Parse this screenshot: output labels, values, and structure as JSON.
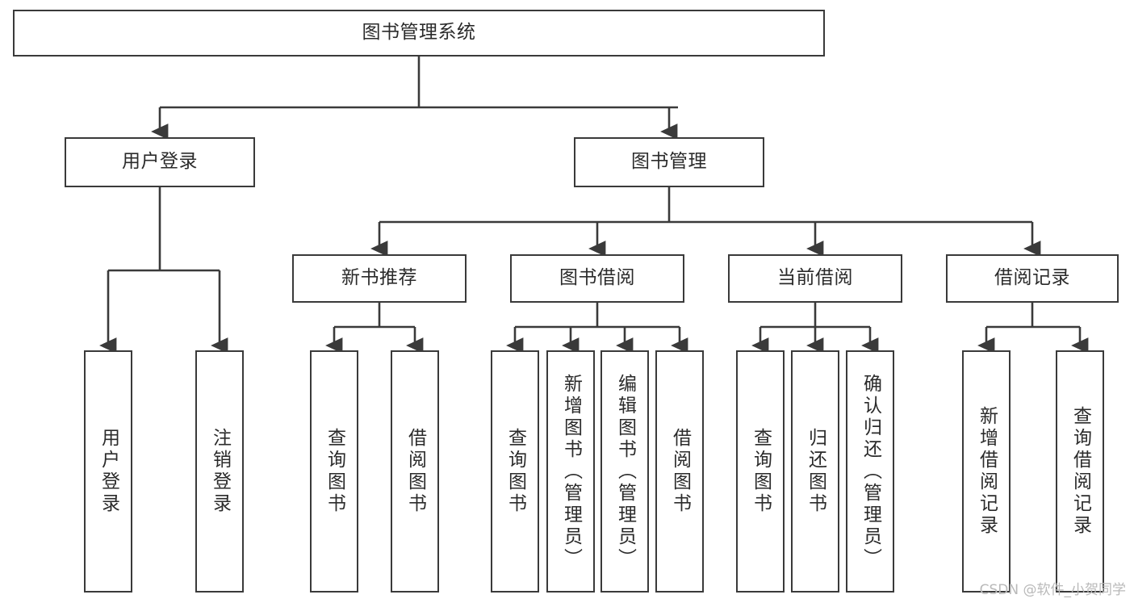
{
  "diagram": {
    "title": "图书管理系统",
    "type": "tree-hierarchy-chart",
    "watermark": "CSDN @软件_小贺同学",
    "colors": {
      "stroke": "#3a3a3a",
      "fill": "#ffffff",
      "text": "#2b2b2b",
      "watermark": "#b9b9b9"
    },
    "root": {
      "label": "图书管理系统"
    },
    "level2": [
      {
        "label": "用户登录"
      },
      {
        "label": "图书管理"
      }
    ],
    "level3": [
      {
        "label": "新书推荐"
      },
      {
        "label": "图书借阅"
      },
      {
        "label": "当前借阅"
      },
      {
        "label": "借阅记录"
      }
    ],
    "leaves": {
      "user_login": [
        {
          "label": "用户登录"
        },
        {
          "label": "注销登录"
        }
      ],
      "new_book_recommend": [
        {
          "label": "查询图书"
        },
        {
          "label": "借阅图书"
        }
      ],
      "book_borrow": [
        {
          "label": "查询图书"
        },
        {
          "label": "新增图书（管理员）"
        },
        {
          "label": "编辑图书（管理员）"
        },
        {
          "label": "借阅图书"
        }
      ],
      "current_borrow": [
        {
          "label": "查询图书"
        },
        {
          "label": "归还图书"
        },
        {
          "label": "确认归还（管理员）"
        }
      ],
      "borrow_record": [
        {
          "label": "新增借阅记录"
        },
        {
          "label": "查询借阅记录"
        }
      ]
    }
  }
}
